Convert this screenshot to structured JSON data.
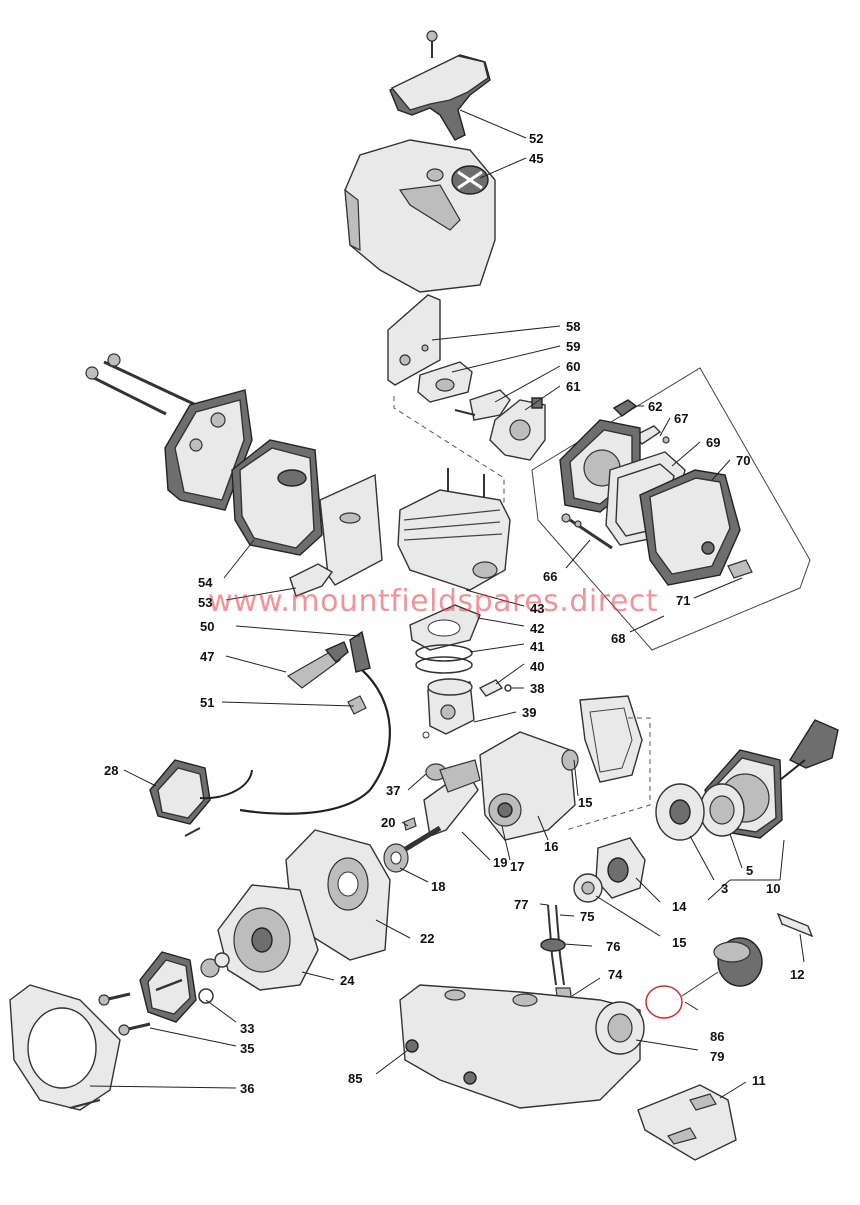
{
  "watermark": "www.mountfieldspares.direct",
  "callouts": [
    "52",
    "45",
    "58",
    "59",
    "60",
    "61",
    "62",
    "67",
    "69",
    "70",
    "66",
    "71",
    "68",
    "54",
    "53",
    "43",
    "42",
    "50",
    "41",
    "40",
    "47",
    "38",
    "51",
    "39",
    "28",
    "37",
    "15",
    "16",
    "17",
    "20",
    "19",
    "18",
    "3",
    "5",
    "10",
    "22",
    "14",
    "15",
    "77",
    "75",
    "76",
    "24",
    "74",
    "12",
    "33",
    "35",
    "86",
    "79",
    "36",
    "85",
    "11"
  ]
}
